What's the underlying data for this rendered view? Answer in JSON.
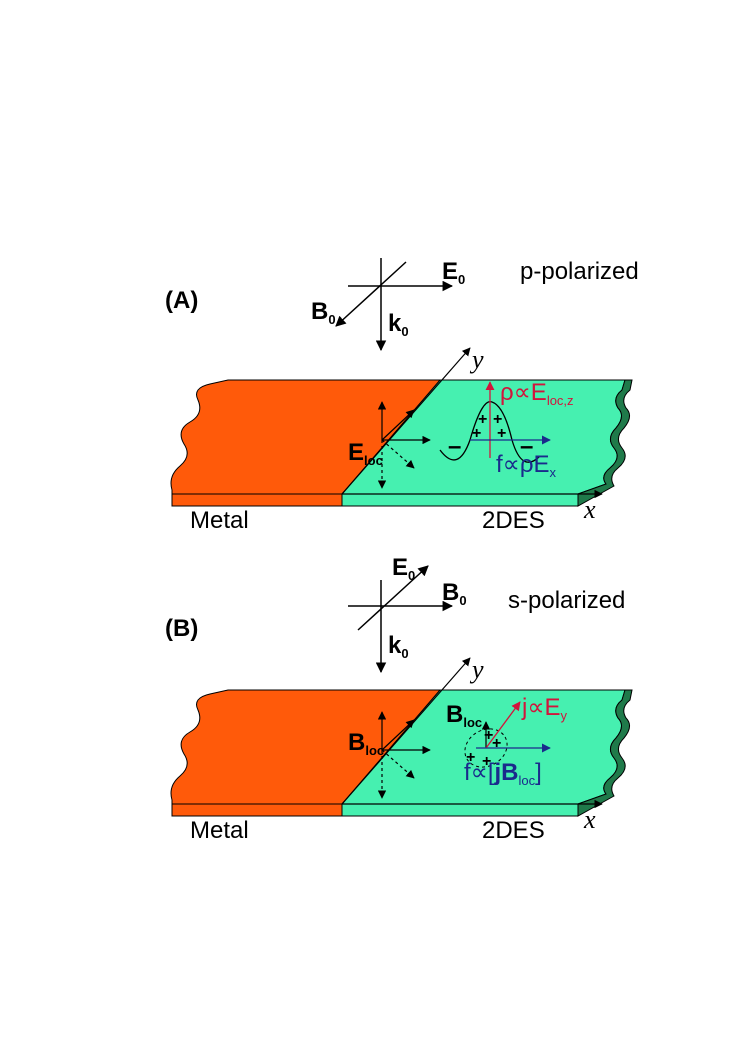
{
  "colors": {
    "metal": "#ff5a0a",
    "metal_edge": "#c43e00",
    "des": "#46f0b0",
    "des_edge": "#1f7a4a",
    "red_label": "#d2143c",
    "blue_label": "#1a2a8c"
  },
  "panel_a": {
    "label": "(A)",
    "polarization": "p-polarized",
    "axis_right": "E",
    "axis_right_sub": "0",
    "axis_diag": "B",
    "axis_diag_sub": "0",
    "axis_down": "k",
    "axis_down_sub": "0",
    "local_field": "E",
    "local_field_sub": "loc",
    "red_eq": "ρ∝E",
    "red_eq_sub": "loc,z",
    "blue_eq": "f∝ρE",
    "blue_eq_sub": "x",
    "plus": "+",
    "minus": "–",
    "metal_label": "Metal",
    "des_label": "2DES",
    "y_axis": "y",
    "x_axis": "x"
  },
  "panel_b": {
    "label": "(B)",
    "polarization": "s-polarized",
    "axis_right": "B",
    "axis_right_sub": "0",
    "axis_diag": "E",
    "axis_diag_sub": "0",
    "axis_down": "k",
    "axis_down_sub": "0",
    "local_field": "B",
    "local_field_sub": "loc",
    "inner_field": "B",
    "inner_field_sub": "loc",
    "red_eq": "j∝E",
    "red_eq_sub": "y",
    "blue_eq_pre": "f∝[",
    "blue_eq_bold": "jB",
    "blue_eq_sub": "loc",
    "blue_eq_post": "]",
    "plus": "+",
    "metal_label": "Metal",
    "des_label": "2DES",
    "y_axis": "y",
    "x_axis": "x"
  }
}
